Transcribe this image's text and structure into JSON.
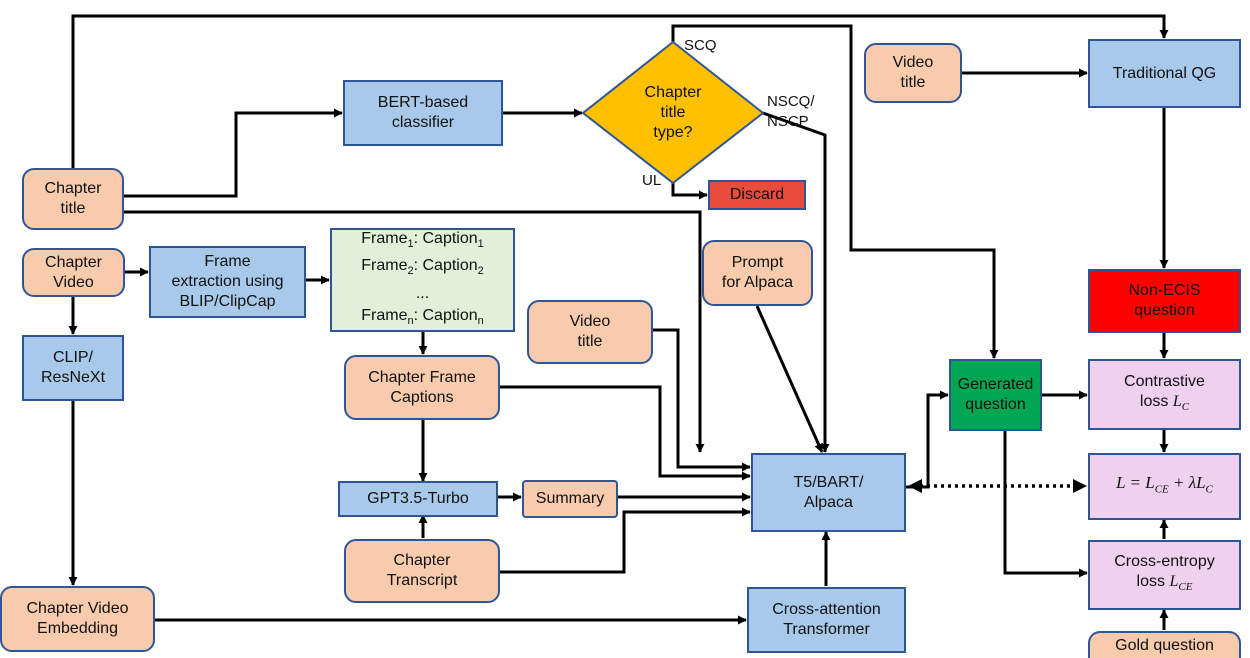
{
  "nodes": {
    "chapter_title": "Chapter\ntitle",
    "bert": "BERT-based\nclassifier",
    "decision": "Chapter\ntitle\ntype?",
    "discard": "Discard",
    "video_title_top": "Video\ntitle",
    "traditional_qg": "Traditional QG",
    "chapter_video": "Chapter\nVideo",
    "frame_extraction": "Frame\nextraction using\nBLIP/ClipCap",
    "captions_line1_a": "Frame",
    "captions_line1_sub_a": "1",
    "captions_line1_b": ": Caption",
    "captions_line1_sub_b": "1",
    "captions_line2_a": "Frame",
    "captions_line2_sub_a": "2",
    "captions_line2_b": ": Caption",
    "captions_line2_sub_b": "2",
    "captions_dots": "...",
    "captions_line3_a": "Frame",
    "captions_line3_sub_a": "n",
    "captions_line3_b": ": Caption",
    "captions_line3_sub_b": "n",
    "prompt_alpaca": "Prompt\nfor Alpaca",
    "non_ecis": "Non-ECIS\nquestion",
    "clip": "CLIP/\nResNeXt",
    "video_title_mid": "Video\ntitle",
    "chapter_frame_captions": "Chapter Frame\nCaptions",
    "generated_question": "Generated\nquestion",
    "contrastive_text": "Contrastive\nloss ",
    "contrastive_math": "L",
    "contrastive_sub": "C",
    "gpt": "GPT3.5-Turbo",
    "summary": "Summary",
    "t5": "T5/BART/\nAlpaca",
    "total_loss_math": "L = L",
    "total_loss_sub1": "CE",
    "total_loss_mid": " + λL",
    "total_loss_sub2": "C",
    "chapter_transcript": "Chapter\nTranscript",
    "cross_entropy_text": "Cross-entropy\nloss ",
    "cross_entropy_math": "L",
    "cross_entropy_sub": "CE",
    "chapter_video_embedding": "Chapter Video\nEmbedding",
    "cross_attention": "Cross-attention\nTransformer",
    "gold_question": "Gold question"
  },
  "edge_labels": {
    "scq": "SCQ",
    "nscq": "NSCQ/",
    "nscp": "NSCP",
    "ul": "UL"
  },
  "colors": {
    "input": "#f8cbad",
    "model": "#a9c9ea",
    "decision": "#ffc000",
    "captions": "#e2f0d9",
    "loss": "#efd0ee",
    "generated": "#00a651",
    "non_ecis": "#ff0000",
    "discard": "#e74c3c",
    "border": "#2f5597"
  }
}
